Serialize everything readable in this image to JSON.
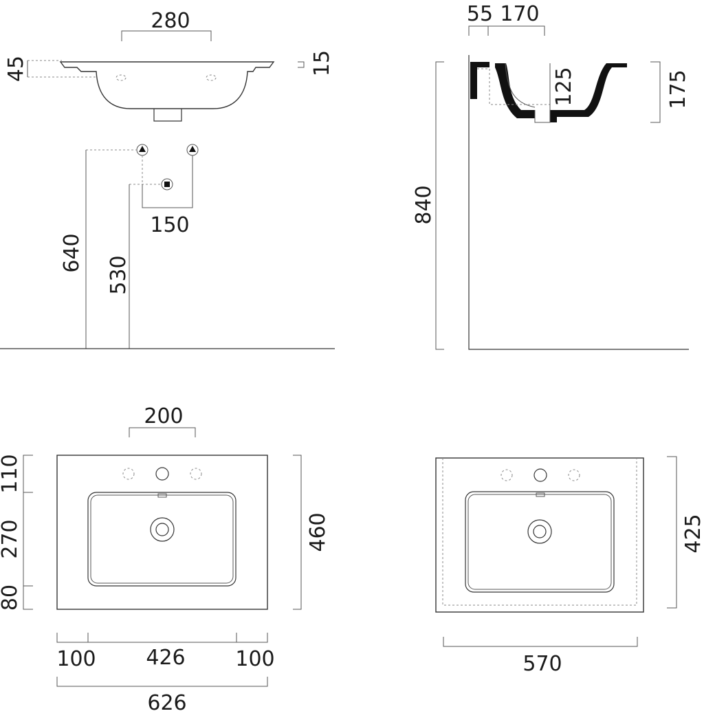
{
  "dimensions": {
    "side_top_width": "280",
    "side_rim_height": "45",
    "side_rim_thin": "15",
    "tap_spacing": "150",
    "tap_height": "640",
    "drain_height": "530",
    "profile_left": "55",
    "profile_right": "170",
    "profile_depth": "125",
    "profile_total": "175",
    "install_height": "840",
    "tap_group_width": "200",
    "plan_top_margin": "110",
    "plan_basin_depth": "270",
    "plan_front_margin": "80",
    "plan_depth": "460",
    "plan_left_margin": "100",
    "plan_basin_width": "426",
    "plan_right_margin": "100",
    "plan_total_width": "626",
    "cabinet_depth": "425",
    "cabinet_width": "570"
  },
  "colors": {
    "line": "#333333",
    "section_fill": "#111111",
    "background": "#ffffff"
  }
}
